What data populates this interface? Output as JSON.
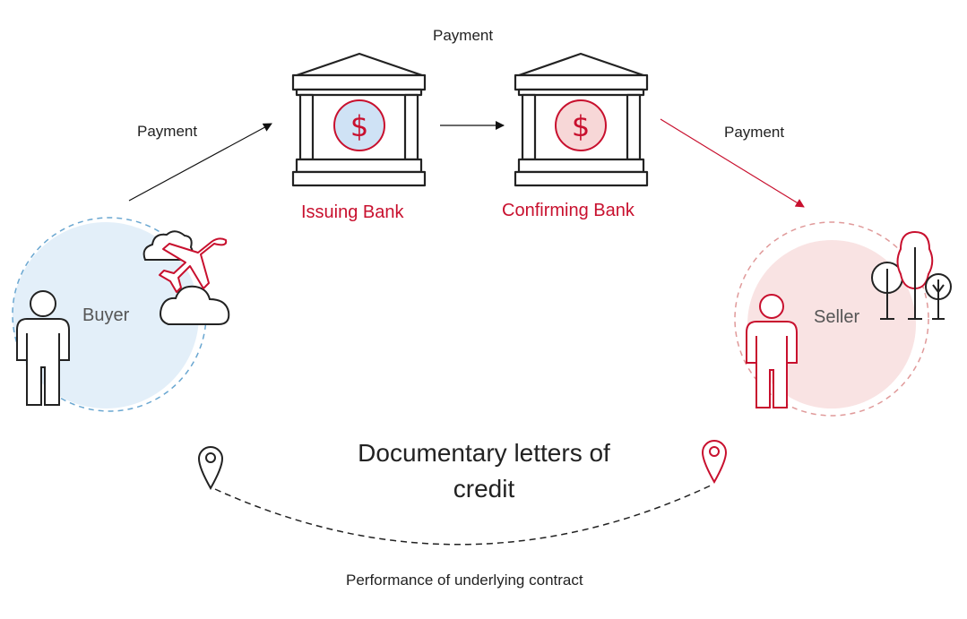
{
  "diagram": {
    "payment_buyer_label": "Payment",
    "payment_banks_label": "Payment",
    "payment_seller_label": "Payment",
    "issuing_bank_label": "Issuing Bank",
    "confirming_bank_label": "Confirming Bank",
    "buyer_label": "Buyer",
    "seller_label": "Seller",
    "title_line1": "Documentary letters of",
    "title_line2": "credit",
    "contract_label": "Performance of underlying contract"
  },
  "colors": {
    "accent_red": "#c8102e",
    "buyer_circle": "#e3eff9",
    "seller_circle": "#f9e3e3"
  },
  "icons": [
    "bank-icon",
    "dollar-icon",
    "person-icon",
    "airplane-icon",
    "cloud-icon",
    "tree-icon",
    "location-pin-icon"
  ]
}
